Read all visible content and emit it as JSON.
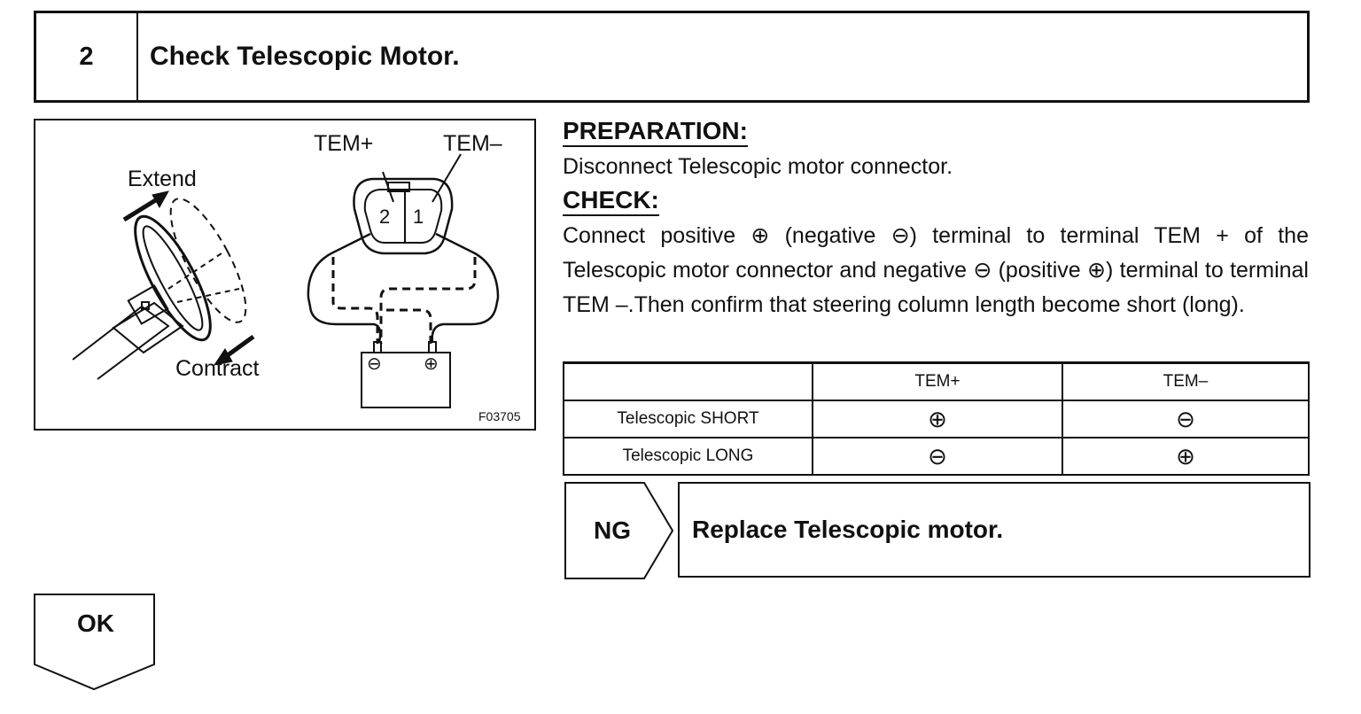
{
  "step": {
    "number": "2",
    "title": "Check Telescopic Motor."
  },
  "figure": {
    "labels": {
      "tem_plus": "TEM+",
      "tem_minus": "TEM–",
      "extend": "Extend",
      "contract": "Contract",
      "pin2": "2",
      "pin1": "1",
      "battery_neg": "⊖",
      "battery_pos": "⊕"
    },
    "code": "F03705"
  },
  "preparation": {
    "heading": "PREPARATION:",
    "text": "Disconnect Telescopic motor connector."
  },
  "check": {
    "heading": "CHECK:",
    "text": "Connect positive ⊕ (negative ⊖) terminal to terminal TEM + of the Telescopic motor connector and negative ⊖ (positive ⊕) terminal to terminal TEM –.Then confirm that steering column length become short (long)."
  },
  "table": {
    "headers": [
      "",
      "TEM+",
      "TEM–"
    ],
    "rows": [
      {
        "label": "Telescopic SHORT",
        "tem_plus": "⊕",
        "tem_minus": "⊖"
      },
      {
        "label": "Telescopic LONG",
        "tem_plus": "⊖",
        "tem_minus": "⊕"
      }
    ]
  },
  "ng": {
    "label": "NG",
    "action": "Replace Telescopic motor."
  },
  "ok": {
    "label": "OK"
  }
}
